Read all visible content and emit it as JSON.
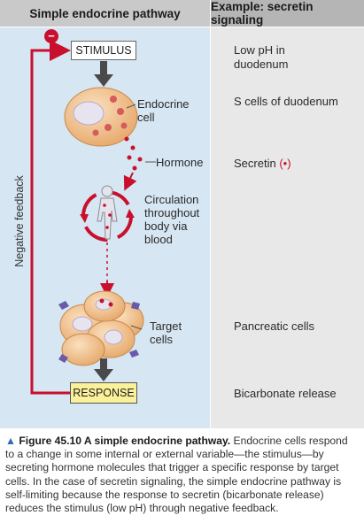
{
  "headers": {
    "left": "Simple endocrine pathway",
    "right": "Example: secretin signaling"
  },
  "pathway": {
    "stimulus": "STIMULUS",
    "endocrine_cell": "Endocrine\ncell",
    "hormone": "Hormone",
    "circulation": "Circulation\nthroughout\nbody via\nblood",
    "target_cells": "Target\ncells",
    "response": "RESPONSE",
    "feedback": "Negative feedback",
    "feedback_sign": "−"
  },
  "example": {
    "stimulus": "Low pH in\nduodenum",
    "endocrine_cell": "S cells of duodenum",
    "hormone": "Secretin",
    "hormone_marker": "(•)",
    "target_cells": "Pancreatic cells",
    "response": "Bicarbonate release"
  },
  "caption": {
    "marker": "▲",
    "title": "Figure 45.10 A simple endocrine pathway.",
    "text": " Endocrine cells respond to a change in some internal or external variable—the stimulus—by secreting hormone molecules that trigger a specific response by target cells. In the case of secretin signaling, the simple endocrine pathway is self-limiting because the response to secretin (bicarbonate release) reduces the stimulus (low pH) through negative feedback."
  },
  "colors": {
    "feedback_line": "#c8102e",
    "hormone_dots": "#c8102e",
    "pathway_arrow": "#4a4a4a",
    "left_panel": "#d6e6f2",
    "right_panel": "#e8e8e8",
    "cells": "#f2c38f",
    "response_box": "#fbf19a"
  }
}
